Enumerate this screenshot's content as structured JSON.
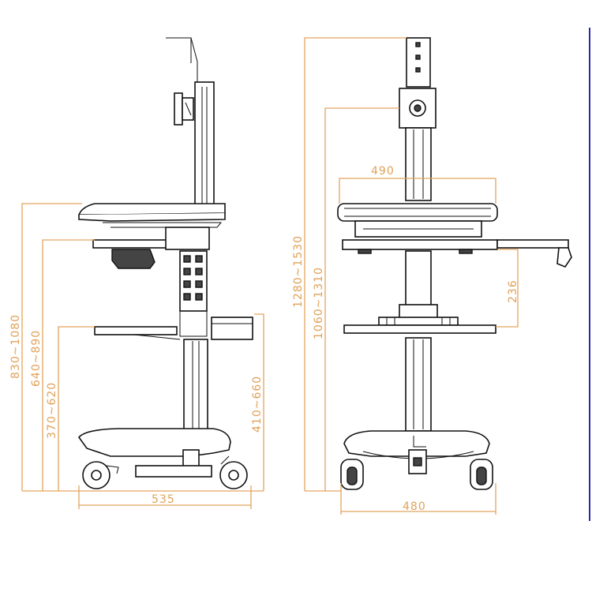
{
  "side_view": {
    "dim_overall_height": "830~1080",
    "dim_keyboard_height": "640~890",
    "dim_shelf_height": "370~620",
    "dim_basket_height": "410~660",
    "dim_base_depth": "535"
  },
  "front_view": {
    "dim_monitor_top": "1280~1530",
    "dim_monitor_center": "1060~1310",
    "dim_desk_width": "490",
    "dim_shelf_gap": "236",
    "dim_base_width": "480"
  },
  "colors": {
    "dimension_lines": "#e3a55f",
    "outline": "#111111",
    "frame_edge": "#2a2aa8"
  }
}
